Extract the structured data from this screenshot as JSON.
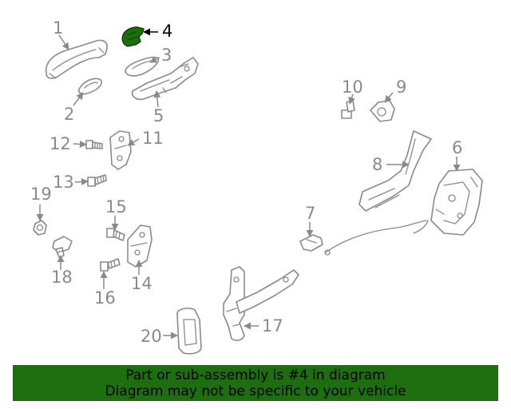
{
  "diagram": {
    "callouts": [
      "1",
      "2",
      "3",
      "4",
      "5",
      "6",
      "7",
      "8",
      "9",
      "10",
      "11",
      "12",
      "13",
      "14",
      "15",
      "16",
      "17",
      "18",
      "19",
      "20"
    ],
    "highlighted_part": "4",
    "colors": {
      "highlight": "#1d6e0e",
      "line": "#8a8a8a",
      "banner": "#1d6e0e"
    }
  },
  "banner": {
    "line1": "Part or sub-assembly is #4 in diagram",
    "line2": "Diagram may not be specific to your vehicle"
  }
}
